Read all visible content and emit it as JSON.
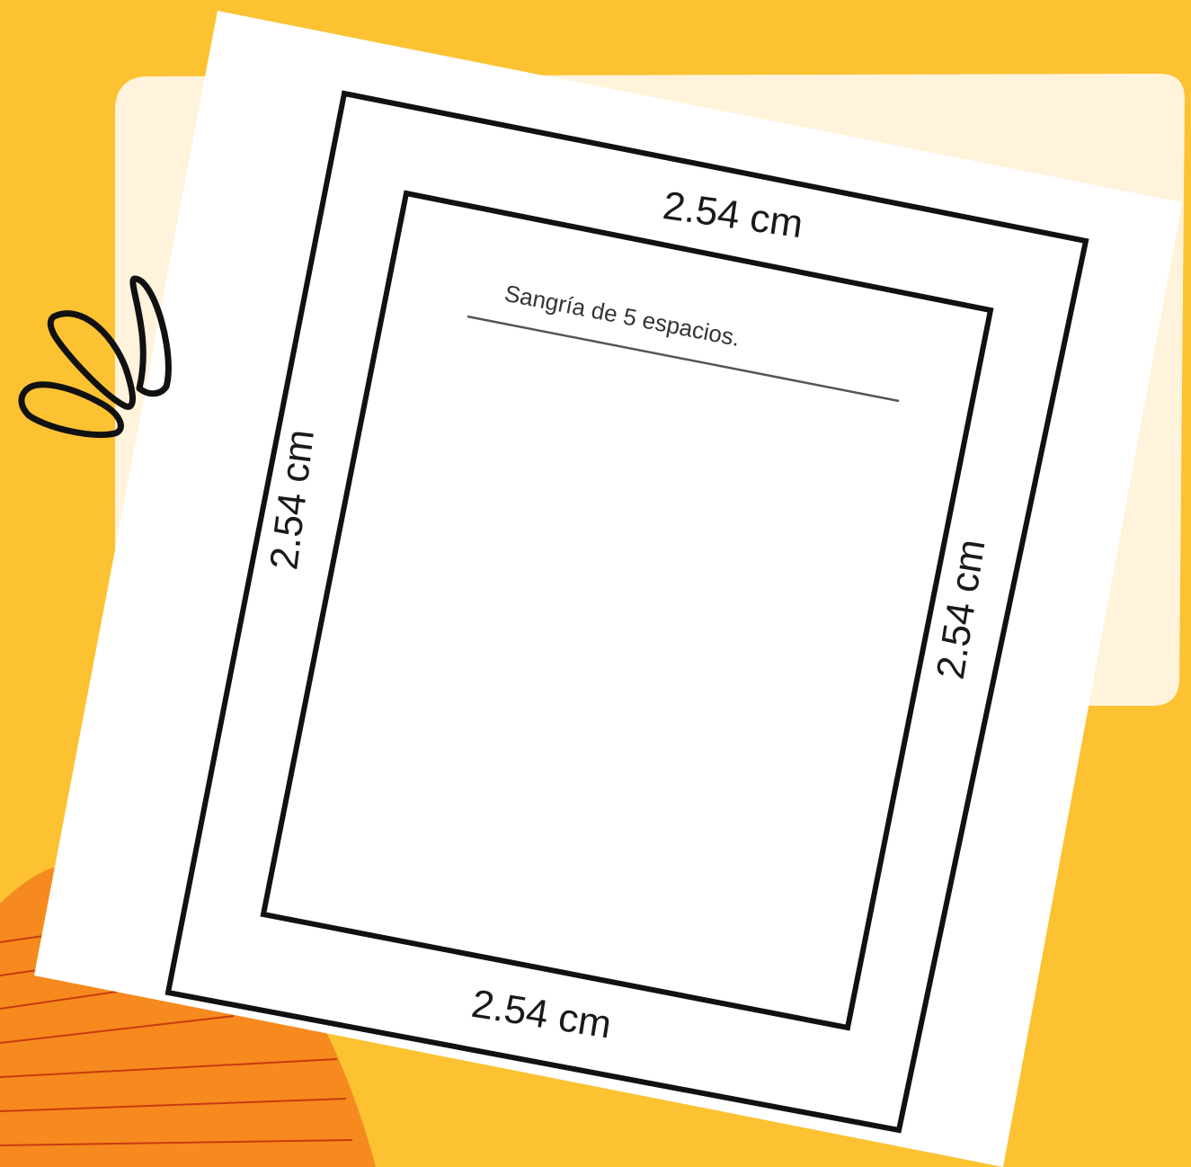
{
  "diagram": {
    "margin_top_label": "2.54 cm",
    "margin_left_label": "2.54 cm",
    "margin_right_label": "2.54 cm",
    "margin_bottom_label": "2.54 cm",
    "indent_label": "Sangría de 5 espacios."
  },
  "colors": {
    "background": "#fcc232",
    "cream_card": "#fff3dc",
    "paper": "#ffffff",
    "orange_blob": "#f68a1e",
    "stripe": "#c93a10",
    "ink": "#111111"
  }
}
